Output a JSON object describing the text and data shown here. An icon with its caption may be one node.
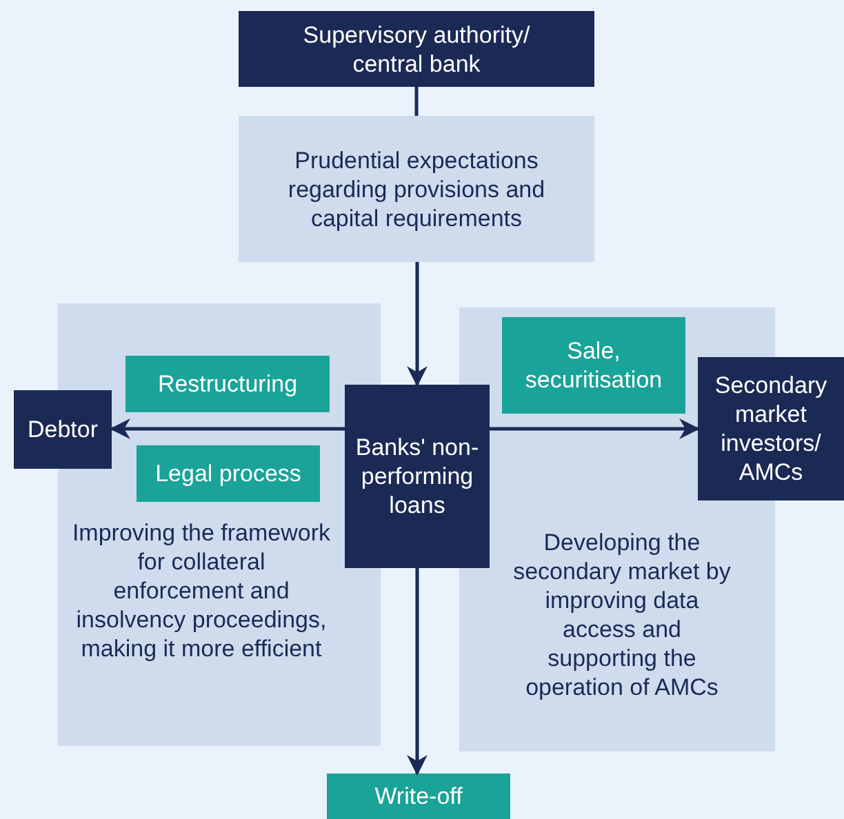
{
  "diagram": {
    "nodes": [
      {
        "text": [
          "Supervisory authority/ central bank"
        ]
      },
      {
        "text": [
          "Prudential expectations regarding provisions and capital requirements"
        ]
      },
      {
        "text": [
          "Improving the framework for collateral enforcement and insolvency proceedings, making it more efficient"
        ]
      },
      {
        "text": [
          "Restructuring"
        ],
        "in": 2
      },
      {
        "text": [
          "Legal process"
        ],
        "in": 2
      },
      {
        "text": [
          "Developing the secondary market by improving data access and supporting the operation of AMCs"
        ]
      },
      {
        "text": [
          "Sale, securitisation"
        ],
        "in": 5
      },
      {
        "text": [
          "Banks' non-performing loans"
        ]
      },
      {
        "text": [
          "Debtor"
        ]
      },
      {
        "text": [
          "Secondary market investors/ AMCs"
        ]
      },
      {
        "text": [
          "Write-off"
        ]
      }
    ],
    "edges": [
      {
        "from": 0,
        "to": 1,
        "arrow": "none"
      },
      {
        "from": 1,
        "to": 7,
        "arrow": "to"
      },
      {
        "from": 7,
        "to": 8,
        "arrow": "to"
      },
      {
        "from": 7,
        "to": 9,
        "arrow": "to"
      },
      {
        "from": 7,
        "to": 10,
        "arrow": "to"
      }
    ]
  }
}
